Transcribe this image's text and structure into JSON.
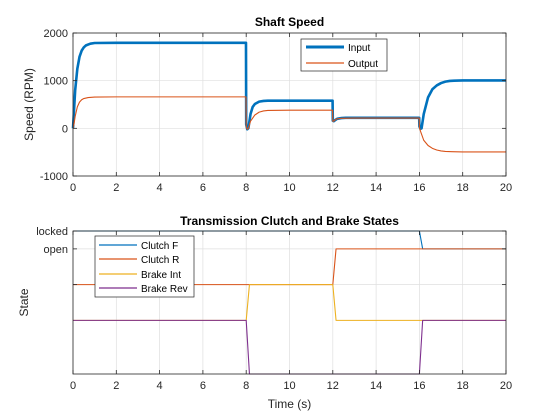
{
  "chart_data": [
    {
      "type": "line",
      "title": "Shaft Speed",
      "xlabel": "",
      "ylabel": "Speed (RPM)",
      "xlim": [
        0,
        20
      ],
      "ylim": [
        -1000,
        2000
      ],
      "xticks": [
        0,
        2,
        4,
        6,
        8,
        10,
        12,
        14,
        16,
        18,
        20
      ],
      "yticks": [
        -1000,
        0,
        1000,
        2000
      ],
      "ytick_labels": [
        "-1000",
        "0",
        "1000",
        "2000"
      ],
      "grid": true,
      "legend_position": "top-right",
      "series": [
        {
          "name": "Input",
          "color": "#0072BD",
          "line_width": "thick",
          "x": [
            0,
            0.05,
            0.1,
            0.2,
            0.3,
            0.4,
            0.5,
            0.6,
            0.8,
            1.0,
            2,
            4,
            6,
            7.99,
            8.0,
            8.05,
            8.1,
            8.2,
            8.3,
            8.4,
            8.6,
            8.8,
            9.0,
            10,
            11,
            11.99,
            12.0,
            12.05,
            12.1,
            12.2,
            12.4,
            12.6,
            13,
            14,
            15,
            15.99,
            16.0,
            16.05,
            16.1,
            16.2,
            16.4,
            16.6,
            16.8,
            17.0,
            17.2,
            17.4,
            17.6,
            18,
            19,
            20
          ],
          "y": [
            0,
            400,
            800,
            1250,
            1500,
            1630,
            1700,
            1740,
            1775,
            1790,
            1795,
            1795,
            1795,
            1795,
            80,
            -20,
            0,
            300,
            450,
            510,
            560,
            575,
            580,
            580,
            580,
            580,
            160,
            150,
            170,
            200,
            215,
            220,
            220,
            220,
            220,
            220,
            40,
            -10,
            0,
            300,
            650,
            820,
            900,
            950,
            980,
            995,
            1000,
            1005,
            1005,
            1005
          ]
        },
        {
          "name": "Output",
          "color": "#D95319",
          "line_width": "normal",
          "x": [
            0,
            0.05,
            0.1,
            0.2,
            0.3,
            0.4,
            0.5,
            0.7,
            1.0,
            2,
            4,
            6,
            7.99,
            8.0,
            8.05,
            8.1,
            8.2,
            8.4,
            8.6,
            8.8,
            9.0,
            10,
            11,
            11.99,
            12.0,
            12.05,
            12.1,
            12.2,
            12.4,
            13,
            14,
            15,
            15.99,
            16.0,
            16.05,
            16.2,
            16.4,
            16.6,
            16.8,
            17.0,
            17.2,
            17.5,
            18,
            19,
            20
          ],
          "y": [
            0,
            100,
            250,
            450,
            550,
            600,
            625,
            645,
            655,
            660,
            660,
            660,
            660,
            40,
            -20,
            0,
            150,
            280,
            340,
            365,
            375,
            380,
            380,
            380,
            150,
            150,
            175,
            200,
            210,
            215,
            215,
            215,
            215,
            20,
            -60,
            -250,
            -360,
            -420,
            -455,
            -475,
            -485,
            -490,
            -495,
            -495,
            -495
          ]
        }
      ]
    },
    {
      "type": "line",
      "title": "Transmission Clutch and Brake States",
      "xlabel": "Time (s)",
      "ylabel": "State",
      "xlim": [
        0,
        20
      ],
      "ylim": [
        -0.5,
        3.5
      ],
      "xticks": [
        0,
        2,
        4,
        6,
        8,
        10,
        12,
        14,
        16,
        18,
        20
      ],
      "yticks": [
        2,
        3,
        3.5
      ],
      "ytick_labels": [
        "",
        "open",
        "locked"
      ],
      "grid": true,
      "legend_position": "top-left",
      "series": [
        {
          "name": "Clutch F",
          "color": "#0072BD",
          "x": [
            0,
            16,
            16.15,
            20
          ],
          "y": [
            3.5,
            3.5,
            3.0,
            3.0
          ]
        },
        {
          "name": "Clutch R",
          "color": "#D95319",
          "x": [
            0,
            12,
            12.15,
            20
          ],
          "y": [
            2.0,
            2.0,
            3.0,
            3.0
          ]
        },
        {
          "name": "Brake Int",
          "color": "#EDB120",
          "x": [
            0,
            8,
            8.15,
            12,
            12.15,
            20
          ],
          "y": [
            1.0,
            1.0,
            2.0,
            2.0,
            1.0,
            1.0
          ]
        },
        {
          "name": "Brake Rev",
          "color": "#7E2F8E",
          "x": [
            0,
            8,
            8.15,
            16,
            16.15,
            20
          ],
          "y": [
            1.0,
            1.0,
            -0.5,
            -0.5,
            1.0,
            1.0
          ]
        }
      ]
    }
  ]
}
